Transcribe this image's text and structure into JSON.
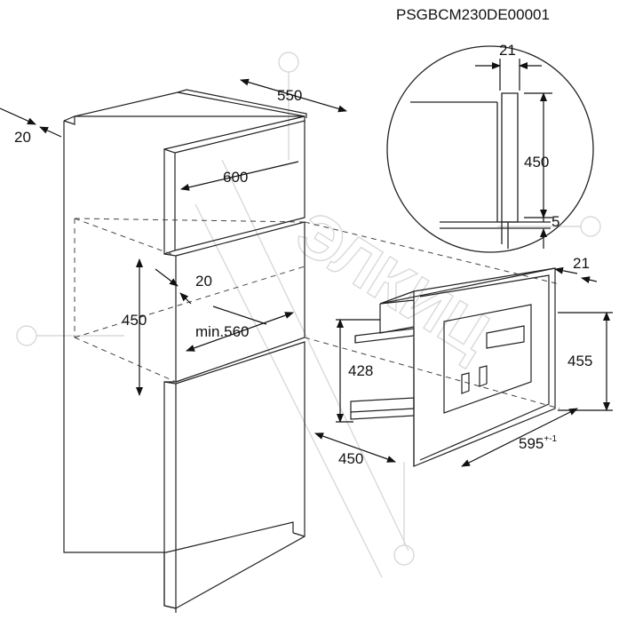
{
  "diagram": {
    "model_code": "PSGBCM230DE00001",
    "cabinet": {
      "depth": "550",
      "width": "600",
      "side_offset": "20",
      "niche_height": "450",
      "niche_offset": "20",
      "niche_depth": "min.560"
    },
    "detail": {
      "panel_thickness": "21",
      "height": "450",
      "gap": "5"
    },
    "appliance": {
      "frame_depth": "21",
      "height": "455",
      "body_height": "428",
      "body_depth": "450",
      "width": "595",
      "width_tolerance": "+-1"
    },
    "watermark": "ЭЛКИЦ"
  }
}
